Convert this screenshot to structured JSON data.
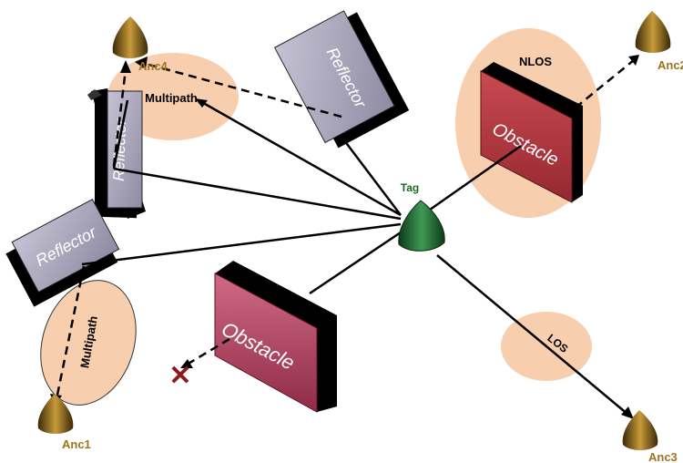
{
  "diagram": {
    "tag": {
      "label": "Tag"
    },
    "anchors": [
      {
        "id": "anc1",
        "label": "Anc1"
      },
      {
        "id": "anc2",
        "label": "Anc2"
      },
      {
        "id": "anc3",
        "label": "Anc3"
      },
      {
        "id": "anc4",
        "label": "Anc4"
      }
    ],
    "reflectors": [
      {
        "id": "reflector-top",
        "label": "Reflector"
      },
      {
        "id": "reflector-left-upper",
        "label": "Reflector"
      },
      {
        "id": "reflector-left-lower",
        "label": "Reflector"
      }
    ],
    "obstacles": [
      {
        "id": "obstacle-right",
        "label": "Obstacle"
      },
      {
        "id": "obstacle-center",
        "label": "Obstacle"
      }
    ],
    "regions": {
      "nlos": "NLOS",
      "los": "LOS",
      "multipath_top": "Multipath",
      "multipath_left": "Multipath"
    },
    "blocked_marker": "✕",
    "colors": {
      "anchor_label": "#a0721f",
      "tag_label": "#1a6b1a",
      "region_fill": "#f8cfae",
      "reflector_face": "#a8a4b8",
      "reflector_frame": "#000000",
      "obstacle_face": "#b04a62",
      "blocked_marker": "#8b1a1a",
      "tag_body": "#1f5a2a"
    }
  }
}
